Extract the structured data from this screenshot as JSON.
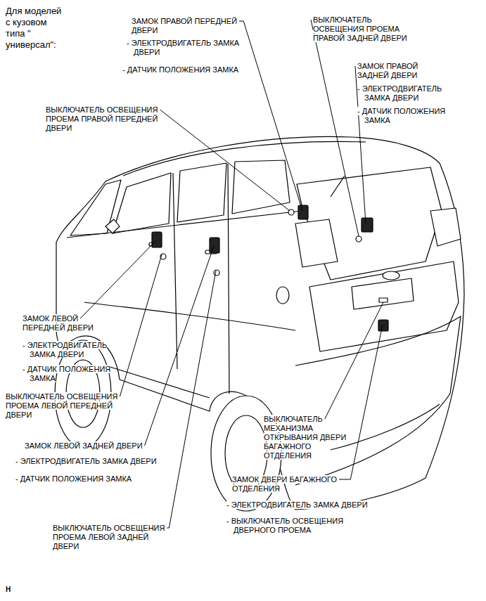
{
  "diagram": {
    "title": "Для моделей с кузовом типа \" универсал\":",
    "labels": [
      "ЗАМОК ПРАВОЙ ПЕРЕДНЕЙ ДВЕРИ",
      "- ЭЛЕКТРОДВИГАТЕЛЬ ЗАМКА ДВЕРИ",
      "- ДАТЧИК ПОЛОЖЕНИЯ ЗАМКА",
      "ВЫКЛЮЧАТЕЛЬ ОСВЕЩЕНИЯ ПРОЕМА ПРАВОЙ ЗАДНЕЙ ДВЕРИ",
      "ЗАМОК ПРАВОЙ ЗАДНЕЙ ДВЕРИ",
      "- ЭЛЕКТРОДВИГАТЕЛЬ ЗАМКА ДВЕРИ",
      "- ДАТЧИК ПОЛОЖЕНИЯ ЗАМКА",
      "ВЫКЛЮЧАТЕЛЬ ОСВЕЩЕНИЯ ПРОЕМА ПРАВОЙ ПЕРЕДНЕЙ ДВЕРИ",
      "ЗАМОК ЛЕВОЙ ПЕРЕДНЕЙ ДВЕРИ",
      "- ЭЛЕКТРОДВИГАТЕЛЬ ЗАМКА ДВЕРИ",
      "- ДАТЧИК ПОЛОЖЕНИЯ ЗАМКА",
      "ВЫКЛЮЧАТЕЛЬ ОСВЕЩЕНИЯ ПРОЕМА ЛЕВОЙ ПЕРЕДНЕЙ ДВЕРИ",
      "ЗАМОК ЛЕВОЙ ЗАДНЕЙ ДВЕРИ",
      "- ЭЛЕКТРОДВИГАТЕЛЬ ЗАМКА ДВЕРИ",
      "- ДАТЧИК ПОЛОЖЕНИЯ ЗАМКА",
      "ВЫКЛЮЧАТЕЛЬ ОСВЕЩЕНИЯ ПРОЕМА ЛЕВОЙ ЗАДНЕЙ ДВЕРИ",
      "ВЫКЛЮЧАТЕЛЬ МЕХАНИЗМА ОТКРЫВАНИЯ ДВЕРИ БАГАЖНОГО ОТДЕЛЕНИЯ",
      "ЗАМОК ДВЕРИ БАГАЖНОГО ОТДЕЛЕНИЯ",
      "- ЭЛЕКТРОДВИГАТЕЛЬ ЗАМКА ДВЕРИ",
      "- ВЫКЛЮЧАТЕЛЬ ОСВЕЩЕНИЯ ДВЕРНОГО ПРОЕМА",
      "H"
    ]
  }
}
